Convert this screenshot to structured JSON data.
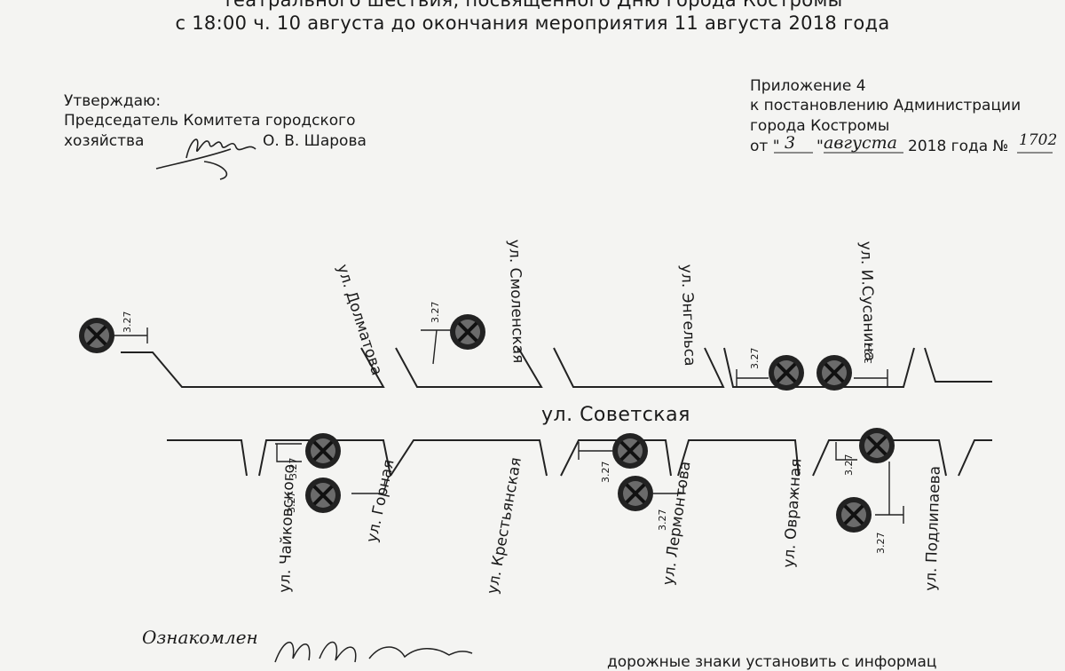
{
  "header": {
    "line1": "театрального шествия, посвященного Дню города Костромы",
    "line2": "с 18:00 ч. 10 августа до окончания мероприятия 11 августа 2018 года"
  },
  "approval": {
    "line1": "Утверждаю:",
    "line2": "Председатель Комитета городского",
    "line3_prefix": "хозяйства",
    "name": "О. В. Шарова"
  },
  "appendix": {
    "line1": "Приложение  4",
    "line2": "к постановлению Администрации",
    "line3": "города Костромы",
    "from": "от \"",
    "day": "3",
    "mid": "\"",
    "month": "августа",
    "year": "2018 года №",
    "number": "1702"
  },
  "map": {
    "main_street": "ул. Советская",
    "streets_top": [
      "ул. Долматова",
      "ул. Смоленская",
      "ул. Энгельса",
      "ул. И.Сусанина"
    ],
    "streets_bottom": [
      "ул. Чайковского",
      "ул. Горная",
      "ул. Крестьянская",
      "ул. Лермонтова",
      "ул. Овражная",
      "ул. Подлипаева"
    ],
    "sign_code": "3.27"
  },
  "footer": {
    "acquainted": "Ознакомлен",
    "note": "дорожные знаки установить с информац"
  }
}
